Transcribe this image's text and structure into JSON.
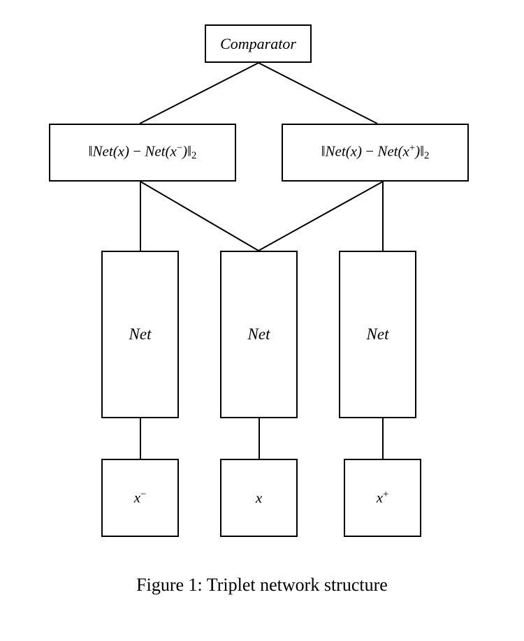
{
  "diagram": {
    "comparator": {
      "label": "Comparator"
    },
    "distance_neg": {
      "open": "‖",
      "f1": "Net",
      "arg1": "(x)",
      "minus": " − ",
      "f2": "Net",
      "arg2_open": "(x",
      "arg2_sup": "−",
      "arg2_close": ")",
      "close": "‖",
      "norm_sub": "2"
    },
    "distance_pos": {
      "open": "‖",
      "f1": "Net",
      "arg1": "(x)",
      "minus": " − ",
      "f2": "Net",
      "arg2_open": "(x",
      "arg2_sup": "+",
      "arg2_close": ")",
      "close": "‖",
      "norm_sub": "2"
    },
    "networks": [
      {
        "label": "Net"
      },
      {
        "label": "Net"
      },
      {
        "label": "Net"
      }
    ],
    "inputs": [
      {
        "base": "x",
        "sup": "−"
      },
      {
        "base": "x",
        "sup": ""
      },
      {
        "base": "x",
        "sup": "+"
      }
    ]
  },
  "caption": "Figure 1: Triplet network structure"
}
